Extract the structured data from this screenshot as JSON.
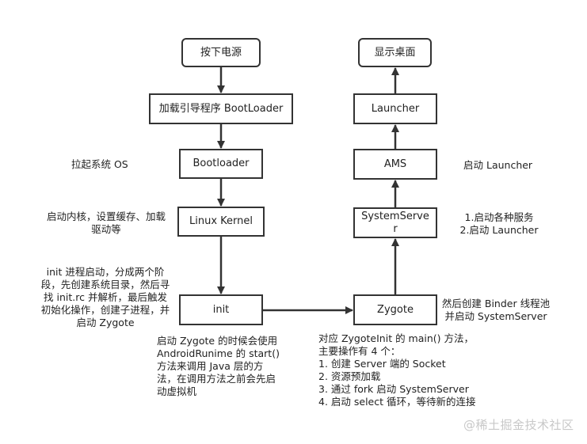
{
  "nodes": {
    "power": {
      "label": "按下电源"
    },
    "load_bootloader": {
      "label": "加载引导程序 BootLoader"
    },
    "bootloader": {
      "label": "Bootloader"
    },
    "kernel": {
      "label": "Linux Kernel"
    },
    "init": {
      "label": "init"
    },
    "zygote": {
      "label": "Zygote"
    },
    "system_server": {
      "label": "SystemServe\nr"
    },
    "ams": {
      "label": "AMS"
    },
    "launcher": {
      "label": "Launcher"
    },
    "desktop": {
      "label": "显示桌面"
    }
  },
  "notes": {
    "bootloader_note": "拉起系统 OS",
    "kernel_note": "启动内核，设置缓存、加载\n驱动等",
    "init_note": "init 进程启动，分成两个阶\n段，先创建系统目录，然后寻\n找 init.rc 并解析，最后触发\n初始化操作，创建子进程，并\n启动 Zygote",
    "init_bottom_note": "启动 Zygote 的时候会使用\nAndroidRunime 的 start()\n方法来调用 Java 层的方\n法，在调用方法之前会先启\n动虚拟机",
    "zygote_note": "然后创建 Binder 线程池\n并启动 SystemServer",
    "zygote_bottom_note": "对应 ZygoteInit 的 main() 方法，\n主要操作有 4 个：\n1. 创建 Server 端的 Socket\n2. 资源预加载\n3. 通过 fork 启动 SystemServer\n4. 启动 select 循环，等待新的连接",
    "system_server_note": "1.启动各种服务\n2.启动 Launcher",
    "ams_note": "启动 Launcher"
  },
  "watermark": "@稀土掘金技术社区",
  "colors": {
    "stroke": "#333333",
    "text": "#222222",
    "watermark": "#c8c8c8"
  }
}
